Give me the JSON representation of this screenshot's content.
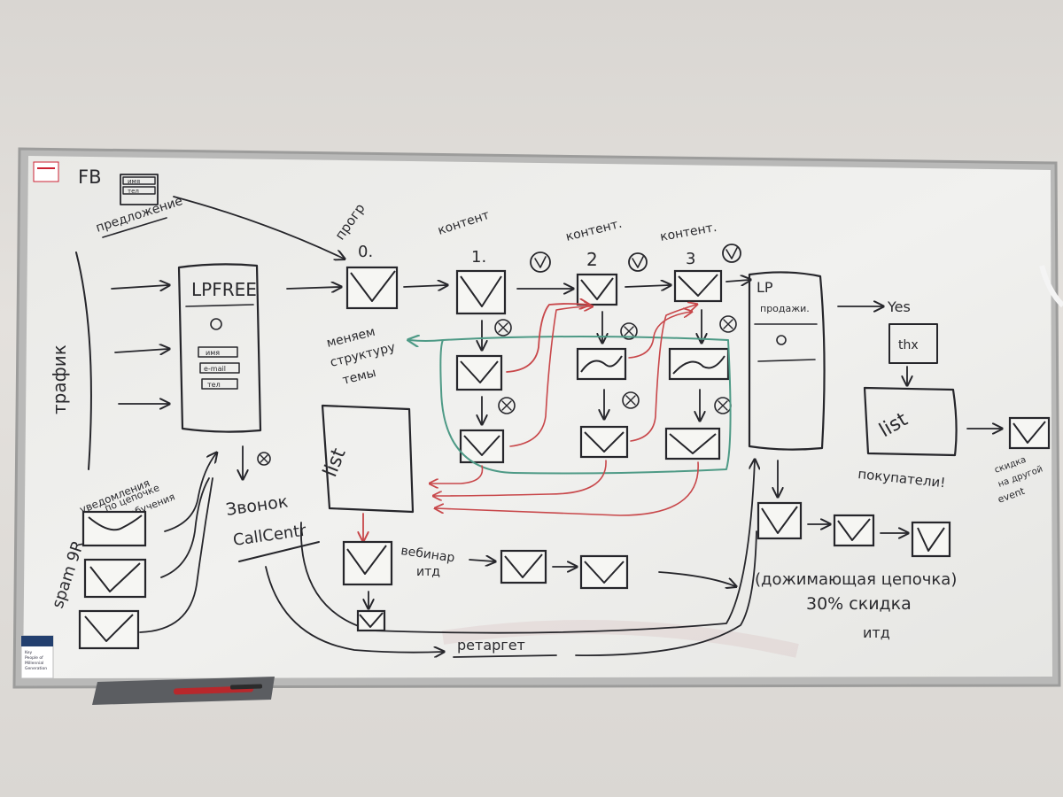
{
  "board": {
    "title_fb": "FB",
    "fb_form": {
      "line1": "имя",
      "line2": "тел"
    },
    "fb_label": "предложение",
    "traffic_label": "трафик",
    "stage0_num": "0.",
    "stage0_label": "прогр",
    "stage1_num": "1.",
    "stage1_label": "контент",
    "stage2_num": "2",
    "stage2_label": "контент.",
    "stage3_num": "3",
    "stage3_label": "контент.",
    "lpfree_title": "LPFREE",
    "lpfree_fields": [
      "имя",
      "e-mail",
      "тел"
    ],
    "change_structure": [
      "меняем",
      "структуру",
      "темы"
    ],
    "lp_title": "LP",
    "lp_sub": "продажи.",
    "yes_label": "Yes",
    "thx_label": "thx",
    "buyers_list_label": "list",
    "buyers_label": "покупатели!",
    "promo_label": [
      "скидка",
      "на другой",
      "event"
    ],
    "list_label": "list",
    "call_label": "Звонок",
    "callcenter_label": "CallCentr",
    "webinar_label": [
      "вебинар",
      "итд"
    ],
    "chain_label": "(дожимающая цепочка)",
    "discount_label": "30% скидка",
    "etc_label": "итд",
    "retarget_label": "ретаргет",
    "spam_label": "spam 9R",
    "notify_label": [
      "уведомления",
      "по цепочке",
      "обучения"
    ],
    "sticker_text": [
      "Key",
      "People of",
      "Millennial",
      "Generation"
    ]
  },
  "colors": {
    "wall": "#dcd9d5",
    "board": "#eeeeec",
    "frame": "#a9a9a9",
    "black_marker": "#26262b",
    "red_marker": "#c8474a",
    "green_marker": "#4e9a86"
  }
}
